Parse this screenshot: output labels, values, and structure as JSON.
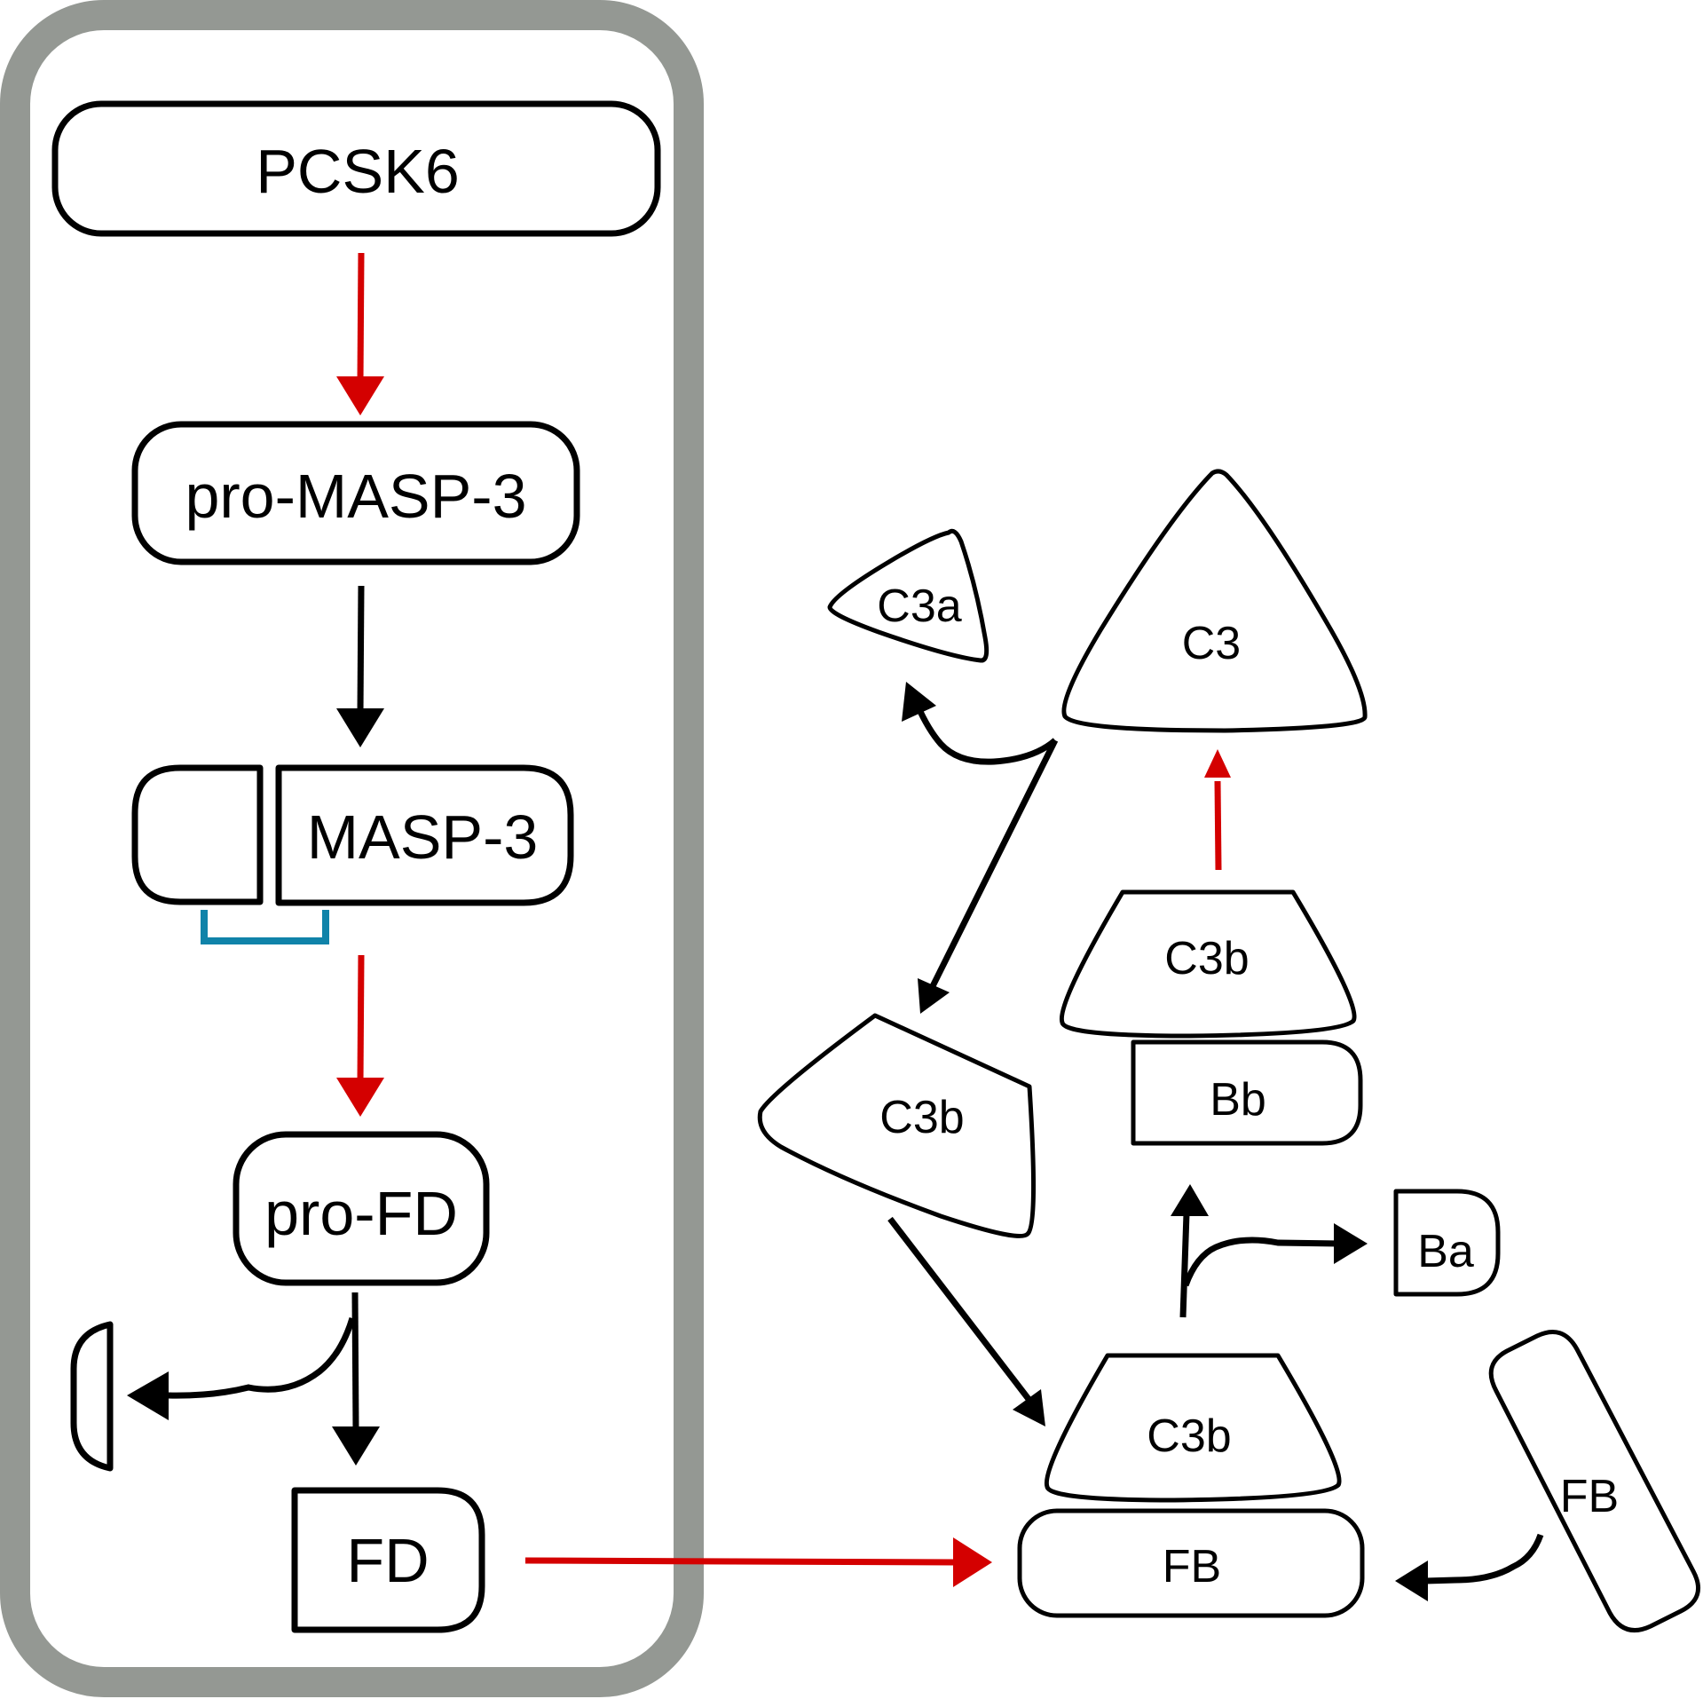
{
  "colors": {
    "compartment": "#949893",
    "activation_arrow": "#d40000",
    "arrow": "#000000",
    "link": "#1083a9"
  },
  "nodes": {
    "pcsk6": "PCSK6",
    "pro_masp3": "pro-MASP-3",
    "masp3": "MASP-3",
    "pro_fd": "pro-FD",
    "fd": "FD",
    "c3": "C3",
    "c3a": "C3a",
    "c3b_left": "C3b",
    "c3b_top": "C3b",
    "bb": "Bb",
    "ba": "Ba",
    "c3b_bottom": "C3b",
    "fb_bound": "FB",
    "fb_free": "FB"
  }
}
